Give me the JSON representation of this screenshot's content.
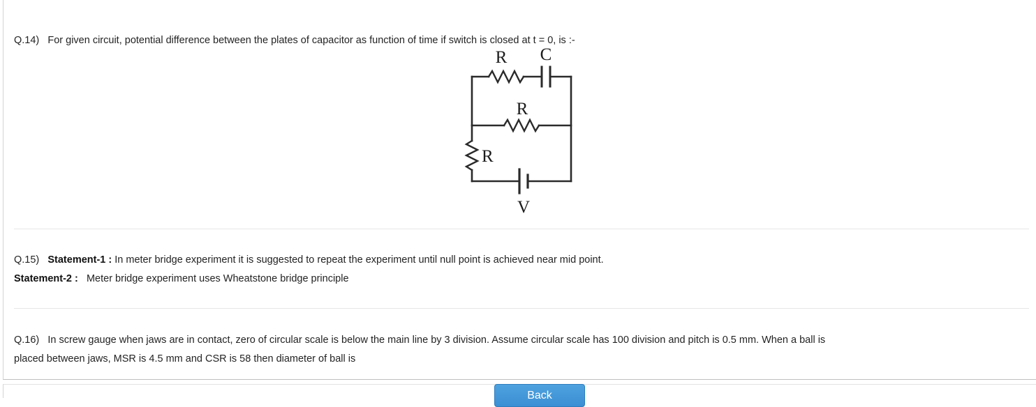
{
  "questions": [
    {
      "label": "Q.14)",
      "text": "For given circuit, potential difference between the plates of capacitor as function of time if switch is closed at t = 0, is :-",
      "figure": {
        "type": "circuit-diagram",
        "components": [
          {
            "name": "resistor-top",
            "label": "R",
            "orientation": "horizontal"
          },
          {
            "name": "capacitor",
            "label": "C",
            "orientation": "vertical-plates"
          },
          {
            "name": "resistor-middle",
            "label": "R",
            "orientation": "horizontal"
          },
          {
            "name": "resistor-left",
            "label": "R",
            "orientation": "vertical"
          },
          {
            "name": "battery",
            "label": "V",
            "orientation": "horizontal"
          }
        ]
      }
    },
    {
      "label": "Q.15)",
      "statement1_label": "Statement-1 :",
      "statement1_text": "In meter bridge experiment it is suggested to repeat the experiment until null point is achieved near mid point.",
      "statement2_label": "Statement-2 :",
      "statement2_text": "Meter bridge experiment uses Wheatstone bridge principle"
    },
    {
      "label": "Q.16)",
      "line1": "In screw gauge when jaws are in contact, zero of circular scale is below the main line by 3 division. Assume circular scale has 100 division and pitch is 0.5 mm. When a ball is",
      "line2": "placed between jaws, MSR is 4.5 mm and CSR is 58 then diameter of ball is"
    }
  ],
  "footer": {
    "back_label": "Back"
  },
  "colors": {
    "button_blue": "#3b8fd4",
    "separator": "#e6e6e6",
    "text": "#232323"
  }
}
